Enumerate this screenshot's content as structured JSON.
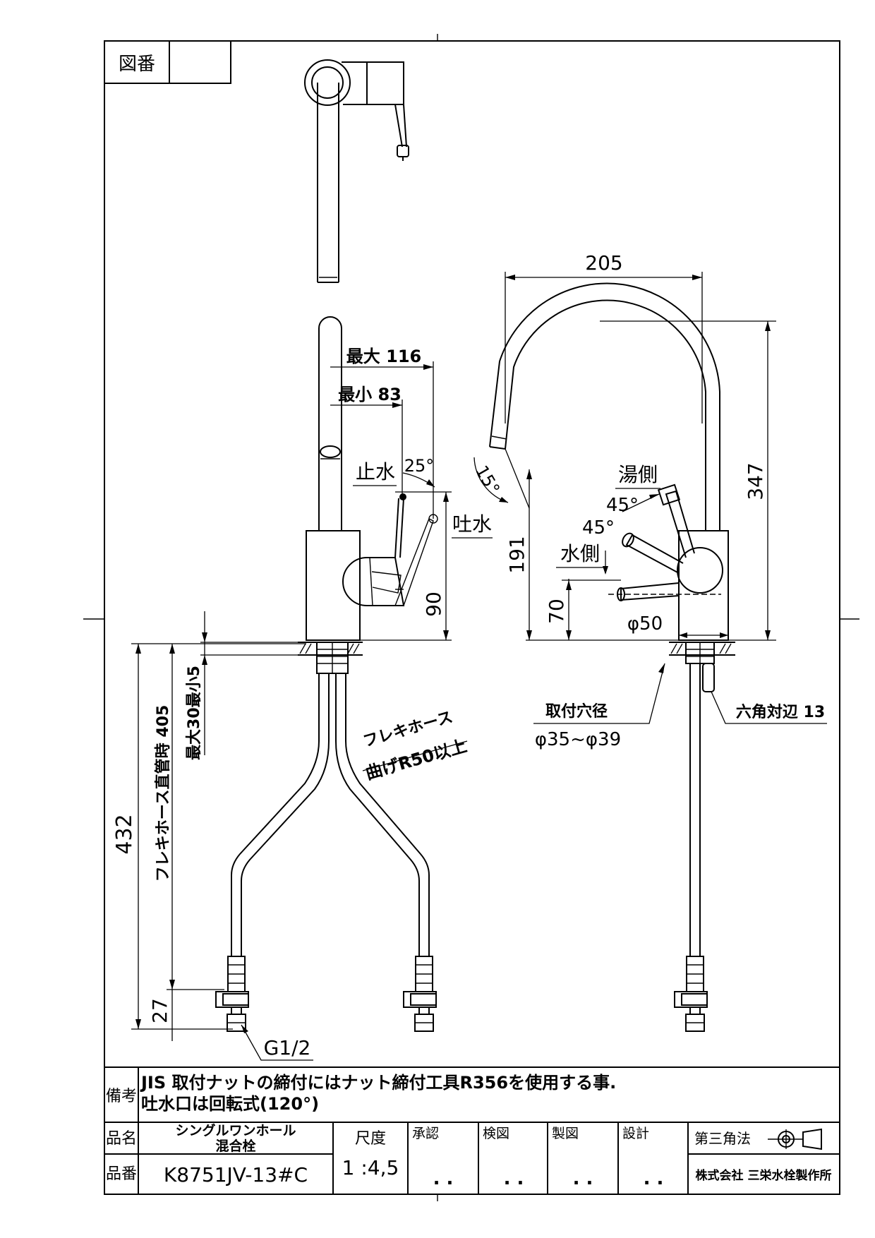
{
  "title_block": {
    "drawing_no_label": "図番",
    "drawing_no_value": "",
    "remarks_label": "備考",
    "remarks_line1": "JIS  取付ナットの締付にはナット締付工具R356を使用する事.",
    "remarks_line2": "吐水口は回転式(120°)",
    "product_name_label": "品名",
    "product_name_line1": "シングルワンホール",
    "product_name_line2": "混合栓",
    "product_no_label": "品番",
    "product_no_value": "K8751JV-13#C",
    "scale_label": "尺度",
    "scale_value": "1 :4,5",
    "approved_label": "承認",
    "checked_label": "検図",
    "drawn_label": "製図",
    "designed_label": "設計",
    "approved_date": ". .",
    "checked_date": ". .",
    "drawn_date": ". .",
    "designed_date": ". .",
    "projection": "第三角法",
    "company": "株式会社 三栄水栓製作所"
  },
  "dimensions": {
    "d205": "205",
    "d347": "347",
    "d191": "191",
    "d70": "70",
    "d90": "90",
    "d432": "432",
    "d405": "フレキホース直管時 405",
    "d27": "27",
    "max116": "最大 116",
    "min83": "最小 83",
    "max30min5": "最大30最小5",
    "phi50": "φ50",
    "hole_label": "取付穴径",
    "hole_value": "φ35~φ39",
    "hex_label": "六角対辺  13",
    "g12": "G1/2",
    "angle25": "25°",
    "angle15": "15°",
    "angle45a": "45°",
    "angle45b": "45°"
  },
  "labels": {
    "stop_water": "止水",
    "discharge": "吐水",
    "hot_side": "湯側",
    "cold_side": "水側",
    "flex_hose": "フレキホース",
    "bend_radius": "曲げR50以上"
  },
  "colors": {
    "line": "#000000",
    "background": "#ffffff"
  }
}
